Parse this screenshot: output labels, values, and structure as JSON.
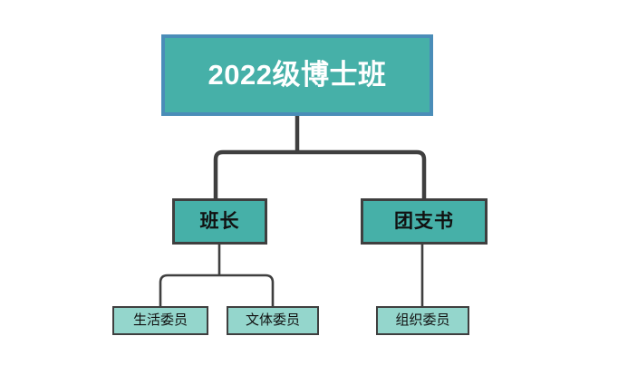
{
  "diagram": {
    "type": "organization-chart",
    "background_color": "#ffffff",
    "colors": {
      "root_fill": "#46b0a8",
      "root_border": "#4a8db8",
      "root_text": "#ffffff",
      "mid_fill": "#46b0a8",
      "mid_border": "#3f3f3f",
      "mid_text": "#111111",
      "leaf_fill": "#94d6cc",
      "leaf_border": "#3f3f3f",
      "leaf_text": "#111111",
      "connector": "#3f3f3f"
    },
    "root": {
      "label": "2022级博士班"
    },
    "level2": [
      {
        "label": "班长"
      },
      {
        "label": "团支书"
      }
    ],
    "level3": [
      {
        "label": "生活委员",
        "parent": "班长"
      },
      {
        "label": "文体委员",
        "parent": "班长"
      },
      {
        "label": "组织委员",
        "parent": "团支书"
      }
    ]
  }
}
